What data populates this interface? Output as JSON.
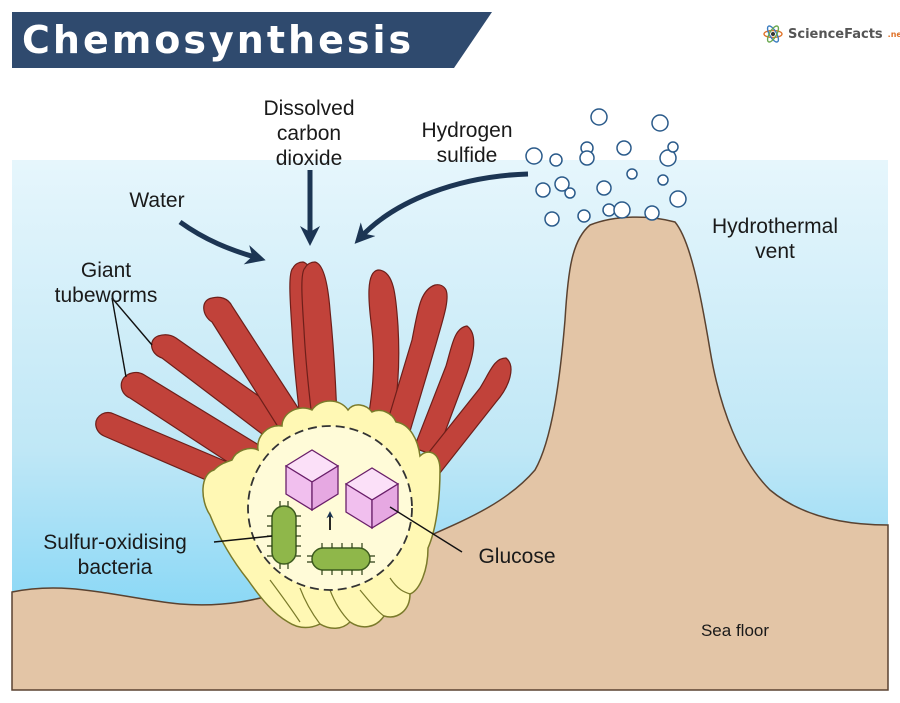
{
  "title": "Chemosynthesis",
  "brand": {
    "name": "ScienceFacts",
    "tld": ".net"
  },
  "labels": {
    "co2": [
      "Dissolved",
      "carbon",
      "dioxide"
    ],
    "h2s": [
      "Hydrogen",
      "sulfide"
    ],
    "water": "Water",
    "vent": [
      "Hydrothermal",
      "vent"
    ],
    "tubeworms": [
      "Giant",
      "tubeworms"
    ],
    "bacteria": [
      "Sulfur-oxidising",
      "bacteria"
    ],
    "glucose": "Glucose",
    "seafloor": "Sea floor"
  },
  "icons": {
    "brand_logo": "atom-icon",
    "arrow": "curved-arrow-icon",
    "bubble": "bubble-icon",
    "glucose": "cube-icon",
    "bacteria": "rod-bacterium-icon"
  },
  "colors": {
    "banner": "#2f4a6e",
    "water": "#bfe7f6",
    "seafloor": "#e3c5a6",
    "tubeworm": "#c1423a",
    "plume": "#fff8b4",
    "glucose": "#f6cdf3",
    "bacteria": "#8fb74a",
    "arrow": "#1c3553",
    "bubble": "#2a5a8a"
  }
}
